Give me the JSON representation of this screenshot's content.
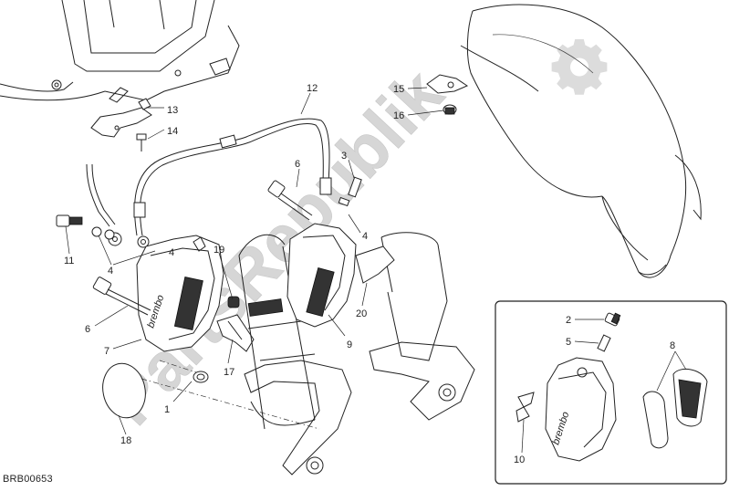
{
  "diagram": {
    "code": "BRB00653",
    "callouts": [
      "1",
      "2",
      "3",
      "4",
      "4",
      "4",
      "5",
      "6",
      "6",
      "7",
      "8",
      "9",
      "10",
      "11",
      "12",
      "13",
      "14",
      "15",
      "16",
      "17",
      "18",
      "19",
      "20"
    ]
  },
  "watermark": {
    "text": "PartsRepublik",
    "logo_icon": "gear-icon"
  },
  "caliper_brand": "brembo",
  "colors": {
    "line": "#222222",
    "watermark": "#d9d9d9",
    "background": "#ffffff"
  }
}
